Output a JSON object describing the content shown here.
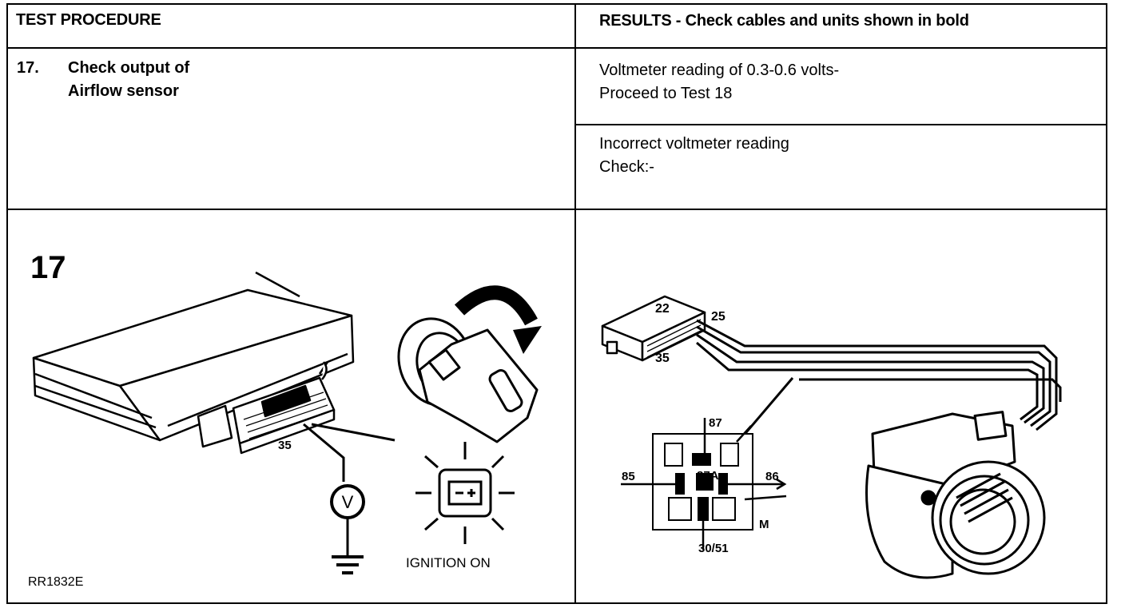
{
  "header": {
    "test_procedure": "TEST PROCEDURE",
    "results": "RESULTS - Check cables and units shown in bold"
  },
  "test": {
    "number": "17.",
    "title_line1": "Check output of",
    "title_line2": "Airflow sensor"
  },
  "results": {
    "correct_line1": "Voltmeter reading of 0.3-0.6 volts-",
    "correct_line2": "Proceed to Test 18",
    "incorrect_line1": "Incorrect voltmeter reading",
    "incorrect_line2": "Check:-"
  },
  "figure_left": {
    "big_number": "17",
    "pin_35": "35",
    "voltmeter_symbol": "V",
    "ignition_label": "IGNITION ON",
    "figure_ref": "RR1832E",
    "icons": [
      "ecu-connector-icon",
      "voltmeter-icon",
      "ground-icon",
      "ignition-key-icon",
      "warning-lamp-icon"
    ]
  },
  "figure_right": {
    "pin_22": "22",
    "pin_25": "25",
    "pin_35": "35",
    "relay_87": "87",
    "relay_87a": "87A",
    "relay_85": "85",
    "relay_86": "86",
    "relay_3051": "30/51",
    "relay_m": "M",
    "icons": [
      "ecu-plug-icon",
      "relay-icon",
      "airflow-sensor-icon"
    ]
  }
}
